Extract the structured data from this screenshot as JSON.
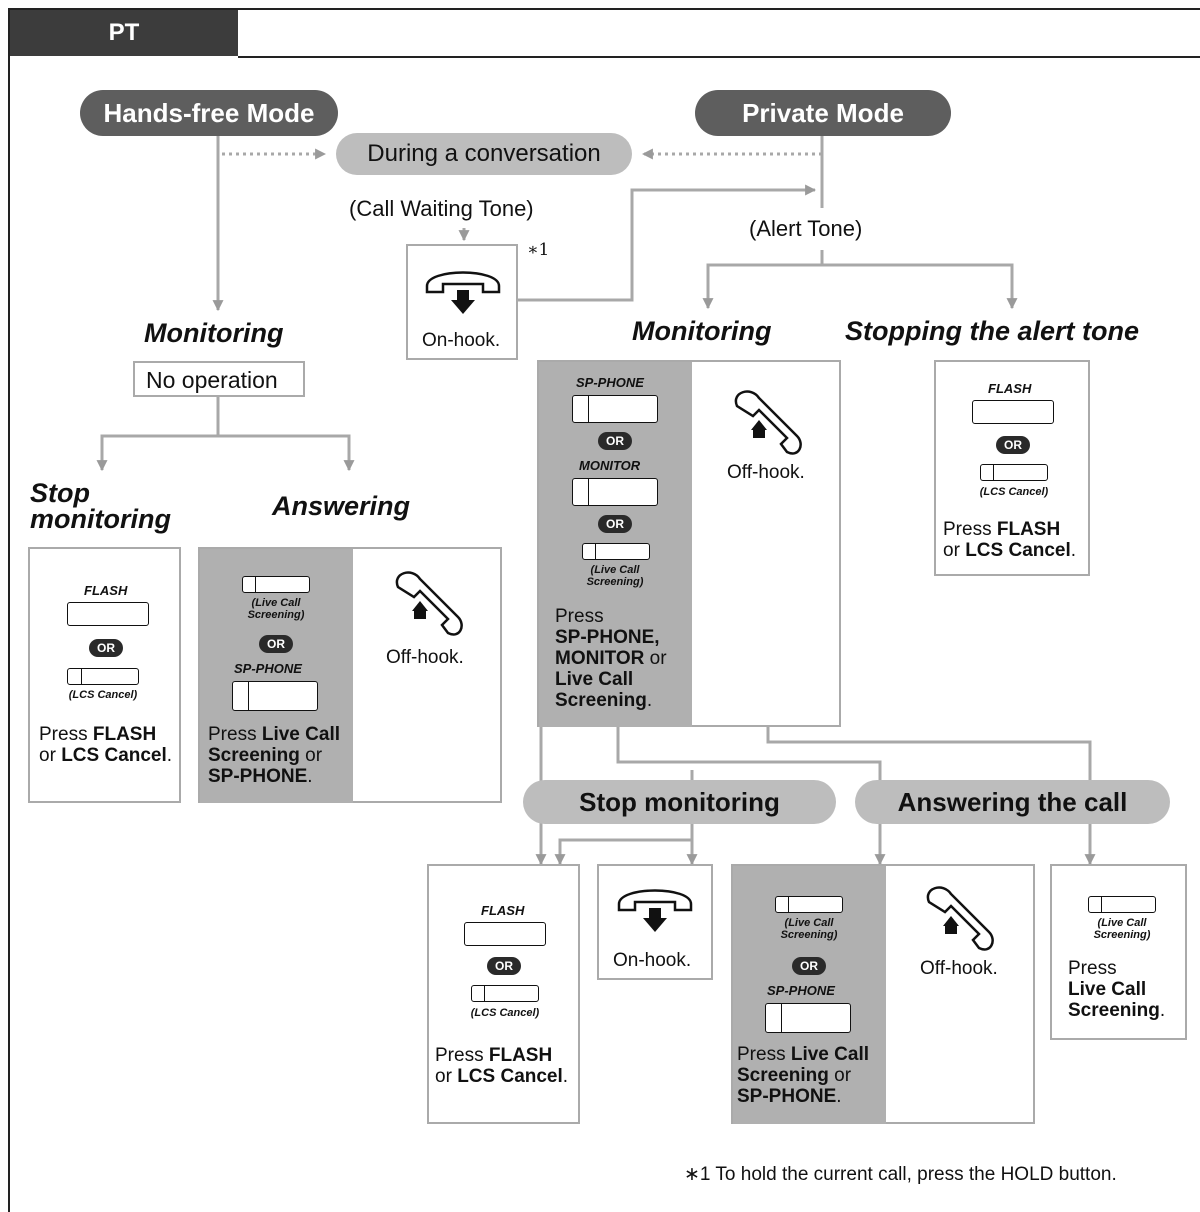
{
  "header": {
    "tab": "PT"
  },
  "modes": {
    "handsfree": "Hands-free Mode",
    "private": "Private Mode"
  },
  "conversation": "During a conversation",
  "call_waiting_tone": "(Call Waiting Tone)",
  "alert_tone": "(Alert Tone)",
  "footnote_mark": "∗1",
  "footnote": "∗1 To hold the current call, press the HOLD button.",
  "onhook": "On-hook.",
  "offhook": "Off-hook.",
  "or": "OR",
  "headings": {
    "monitoring": "Monitoring",
    "stop_monitoring": "Stop monitoring",
    "answering": "Answering",
    "stopping_alert": "Stopping the alert tone",
    "stop_monitoring_pill": "Stop monitoring",
    "answering_call_pill": "Answering the call"
  },
  "no_operation": "No operation",
  "keys": {
    "flash": "FLASH",
    "lcs_cancel": "(LCS Cancel)",
    "live_call_screening": "(Live Call Screening)",
    "sp_phone": "SP-PHONE",
    "monitor": "MONITOR"
  },
  "instructions": {
    "press": "Press",
    "or": "or",
    "flash": "FLASH",
    "lcs_cancel": "LCS Cancel",
    "live_call": "Live Call",
    "screening": "Screening",
    "sp_phone": "SP-PHONE",
    "sp_phone_comma": "SP-PHONE,",
    "monitor": "MONITOR"
  }
}
